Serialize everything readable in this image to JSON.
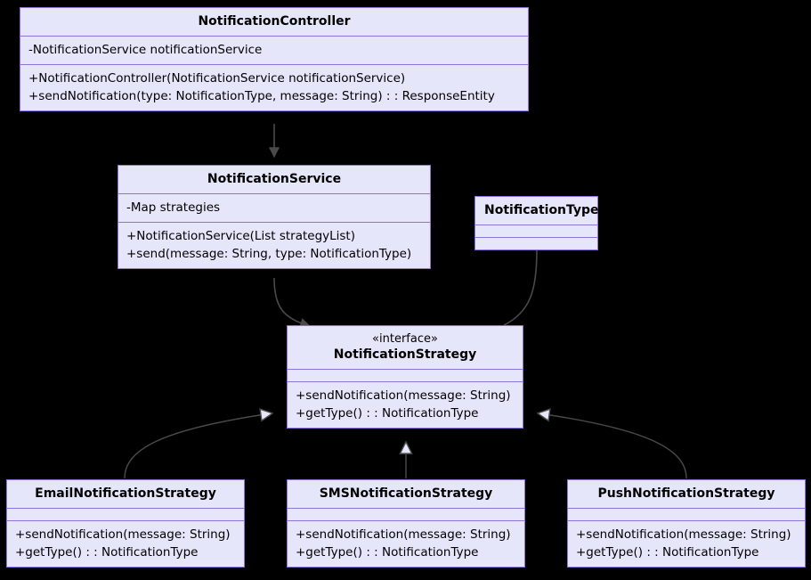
{
  "diagram": {
    "title": "NotificationStrategy UML class diagram",
    "type": "uml-class-diagram",
    "background_color": "#000000",
    "class_fill_color": "#E6E6FA",
    "class_border_color": "#9370DB",
    "edge_color": "#4A4A4A",
    "text_color": "#000000"
  },
  "classes": {
    "notification_controller": {
      "name": "NotificationController",
      "attributes": [
        "-NotificationService notificationService"
      ],
      "methods": [
        "+NotificationController(NotificationService notificationService)",
        "+sendNotification(type: NotificationType, message: String) : : ResponseEntity"
      ]
    },
    "notification_service": {
      "name": "NotificationService",
      "attributes": [
        "-Map strategies"
      ],
      "methods": [
        "+NotificationService(List strategyList)",
        "+send(message: String, type: NotificationType)"
      ]
    },
    "notification_type": {
      "name": "NotificationType",
      "attributes": [],
      "methods": []
    },
    "notification_strategy": {
      "stereotype": "«interface»",
      "name": "NotificationStrategy",
      "attributes": [],
      "methods": [
        "+sendNotification(message: String)",
        "+getType() : : NotificationType"
      ]
    },
    "email_notification_strategy": {
      "name": "EmailNotificationStrategy",
      "attributes": [],
      "methods": [
        "+sendNotification(message: String)",
        "+getType() : : NotificationType"
      ]
    },
    "sms_notification_strategy": {
      "name": "SMSNotificationStrategy",
      "attributes": [],
      "methods": [
        "+sendNotification(message: String)",
        "+getType() : : NotificationType"
      ]
    },
    "push_notification_strategy": {
      "name": "PushNotificationStrategy",
      "attributes": [],
      "methods": [
        "+sendNotification(message: String)",
        "+getType() : : NotificationType"
      ]
    }
  },
  "relationships": [
    {
      "from": "NotificationController",
      "to": "NotificationService",
      "kind": "association-arrow"
    },
    {
      "from": "NotificationService",
      "to": "NotificationStrategy",
      "kind": "association-arrow"
    },
    {
      "from": "NotificationType",
      "to": "NotificationStrategy",
      "kind": "link"
    },
    {
      "from": "EmailNotificationStrategy",
      "to": "NotificationStrategy",
      "kind": "realization"
    },
    {
      "from": "SMSNotificationStrategy",
      "to": "NotificationStrategy",
      "kind": "realization"
    },
    {
      "from": "PushNotificationStrategy",
      "to": "NotificationStrategy",
      "kind": "realization"
    }
  ]
}
